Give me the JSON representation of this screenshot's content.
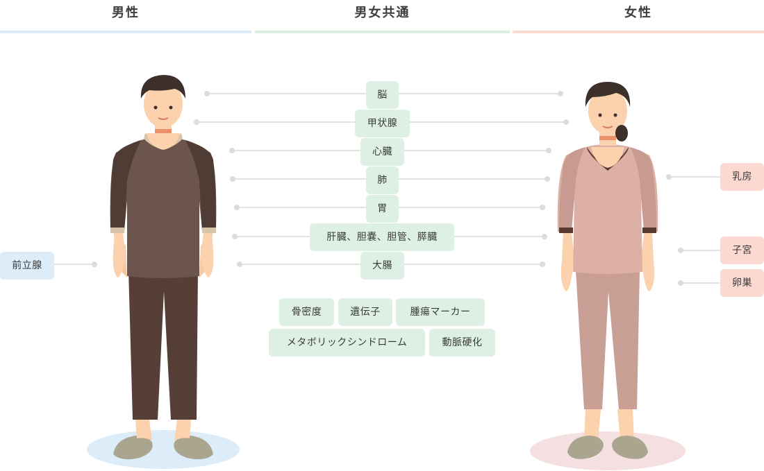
{
  "headers": {
    "male": "男性",
    "common": "男女共通",
    "female": "女性"
  },
  "common_organs": [
    "脳",
    "甲状腺",
    "心臓",
    "肺",
    "胃",
    "肝臓、胆嚢、胆管、膵臓",
    "大腸"
  ],
  "common_extra": [
    "骨密度",
    "遺伝子",
    "腫瘍マーカー",
    "メタボリックシンドローム",
    "動脈硬化"
  ],
  "male_organs": [
    "前立腺"
  ],
  "female_organs": [
    "乳房",
    "子宮",
    "卵巣"
  ],
  "colors": {
    "male_accent": "#deecf8",
    "common_accent": "#dcefe3",
    "female_accent": "#fadbd2",
    "male_shirt": "#6b554c",
    "male_sleeve": "#4f3c35",
    "male_pants": "#553f37",
    "female_shirt": "#dcb0a5",
    "female_sleeve": "#c79b91",
    "female_pants": "#c89e95",
    "skin": "#fbd2ad",
    "hair": "#3d302a",
    "slipper": "#a9a58f"
  }
}
